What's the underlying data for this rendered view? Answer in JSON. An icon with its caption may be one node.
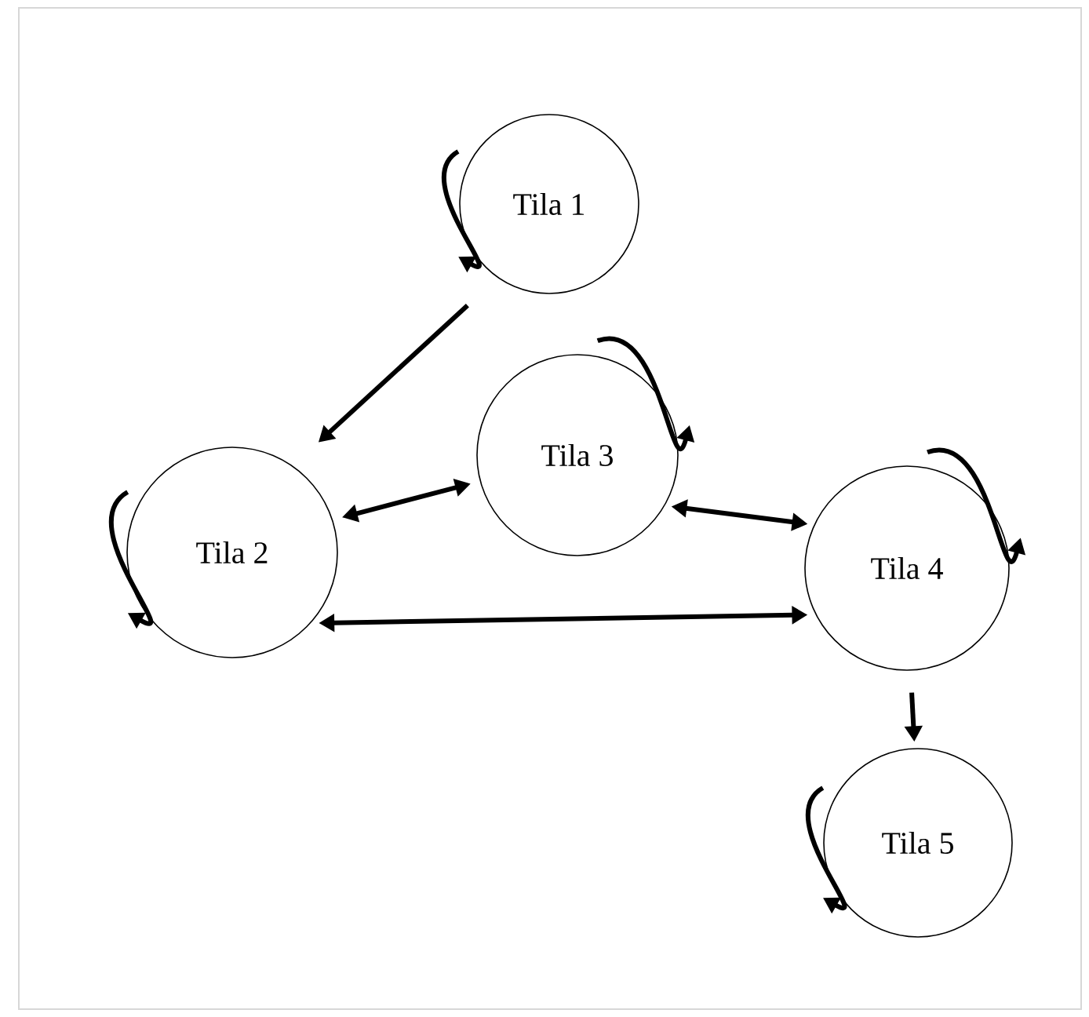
{
  "diagram": {
    "nodes": [
      {
        "text": [
          "Tila 1"
        ]
      },
      {
        "text": [
          "Tila 2"
        ]
      },
      {
        "text": [
          "Tila 3"
        ]
      },
      {
        "text": [
          "Tila 4"
        ]
      },
      {
        "text": [
          "Tila 5"
        ]
      }
    ],
    "edges": [
      {
        "from": 0,
        "to": 0,
        "arrow": "to"
      },
      {
        "from": 0,
        "to": 1,
        "arrow": "to"
      },
      {
        "from": 1,
        "to": 1,
        "arrow": "to"
      },
      {
        "from": 1,
        "to": 2,
        "arrow": "both"
      },
      {
        "from": 2,
        "to": 2,
        "arrow": "to"
      },
      {
        "from": 2,
        "to": 3,
        "arrow": "both"
      },
      {
        "from": 1,
        "to": 3,
        "arrow": "both"
      },
      {
        "from": 3,
        "to": 3,
        "arrow": "to"
      },
      {
        "from": 3,
        "to": 4,
        "arrow": "to"
      },
      {
        "from": 4,
        "to": 4,
        "arrow": "to"
      }
    ]
  }
}
